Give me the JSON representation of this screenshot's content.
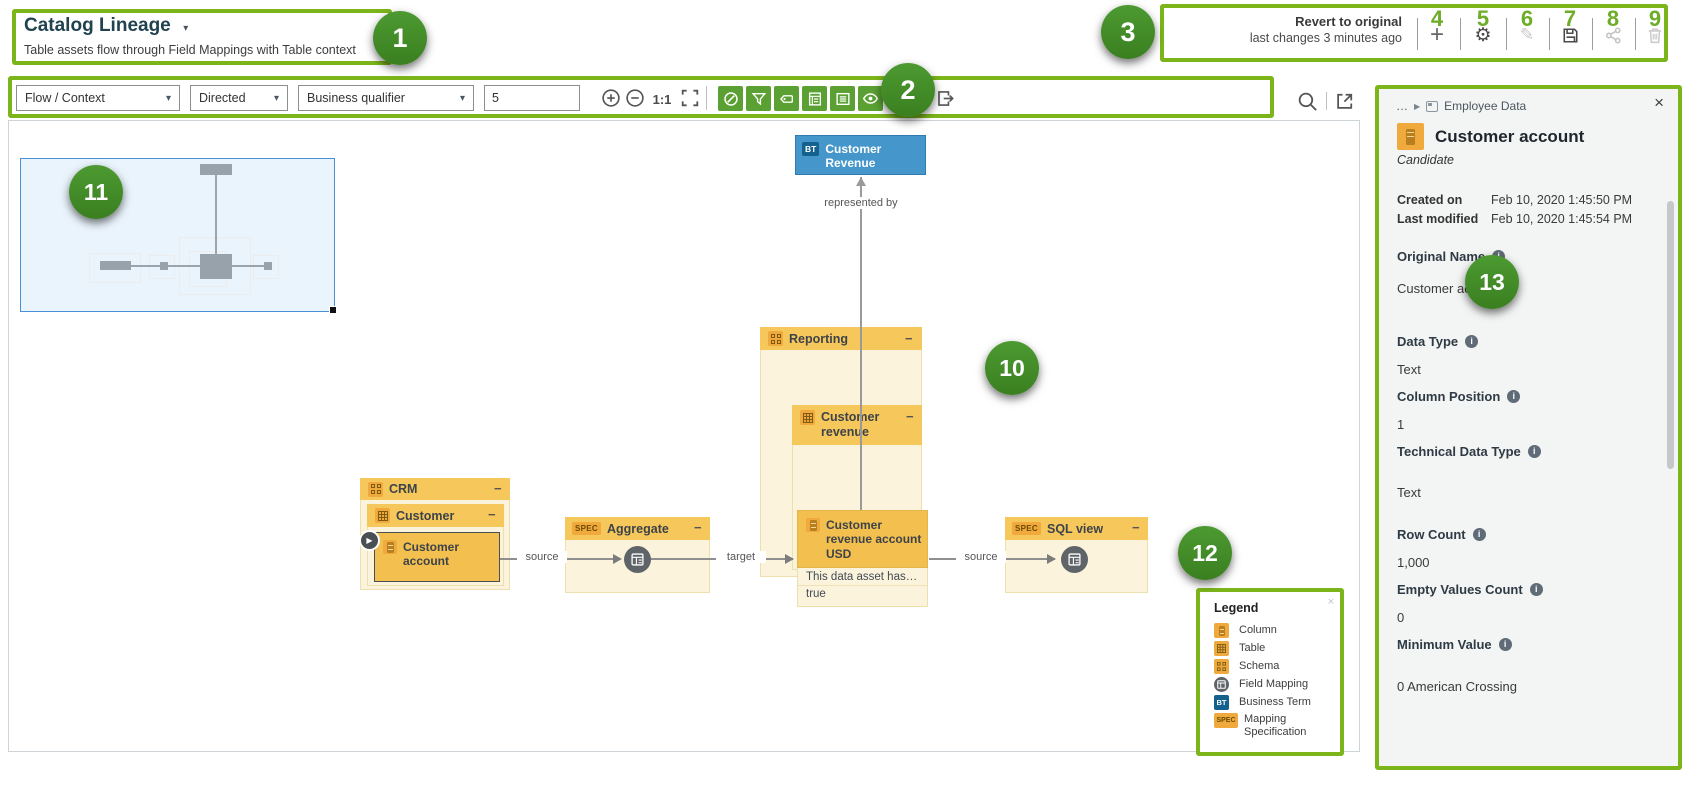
{
  "header": {
    "title": "Catalog Lineage",
    "title_caret": "▾",
    "subtitle": "Table assets flow through Field Mappings with Table context",
    "revert_title": "Revert to original",
    "revert_subtitle": "last changes 3 minutes ago"
  },
  "toolbar": {
    "view_select": "Flow / Context",
    "direction_select": "Directed",
    "qualifier_select": "Business qualifier",
    "depth_value": "5",
    "caret": "▾",
    "actual_size_label": "1:1"
  },
  "callouts": [
    "1",
    "2",
    "3",
    "4",
    "5",
    "6",
    "7",
    "8",
    "9",
    "10",
    "11",
    "12",
    "13"
  ],
  "diagram": {
    "collapse_glyph": "−",
    "play_glyph": "▶",
    "bt_badge": "BT",
    "spec_badge": "SPEC",
    "nodes": {
      "business_term": "Customer Revenue",
      "schema_crm": "CRM",
      "table_customer": "Customer",
      "column_customer_account": "Customer account",
      "schema_reporting": "Reporting",
      "table_customer_revenue": "Customer revenue",
      "column_customer_revenue_usd": "Customer revenue account USD",
      "attr_row_1": "This data asset has…",
      "attr_row_2": "true",
      "spec_aggregate": "Aggregate",
      "spec_sql_view": "SQL view",
      "field_mapping_label": "Field Mapping"
    },
    "edges": {
      "represented_by": "represented by",
      "source_left": "source",
      "target": "target",
      "source_right": "source"
    }
  },
  "legend": {
    "title": "Legend",
    "close_glyph": "×",
    "items": [
      {
        "type": "column",
        "label": "Column"
      },
      {
        "type": "table",
        "label": "Table"
      },
      {
        "type": "schema",
        "label": "Schema"
      },
      {
        "type": "field-mapping",
        "label": "Field Mapping"
      },
      {
        "type": "business-term",
        "label": "Business Term"
      },
      {
        "type": "mapping-specification",
        "label": "Mapping Specification"
      }
    ]
  },
  "panel": {
    "breadcrumb_ellipsis": "…",
    "breadcrumb_caret": "▶",
    "breadcrumb_domain": "Employee Data",
    "close_glyph": "×",
    "info_glyph": "i",
    "title": "Customer account",
    "status": "Candidate",
    "meta": [
      {
        "label": "Created on",
        "value": "Feb 10, 2020 1:45:50 PM"
      },
      {
        "label": "Last modified",
        "value": "Feb 10, 2020 1:45:54 PM"
      }
    ],
    "fields": [
      {
        "label": "Original Name",
        "value": "Customer account"
      },
      {
        "label": "Data Type",
        "value": "Text"
      },
      {
        "label": "Column Position",
        "value": "1"
      },
      {
        "label": "Technical Data Type",
        "value": "Text"
      },
      {
        "label": "Row Count",
        "value": "1,000"
      },
      {
        "label": "Empty Values Count",
        "value": "0"
      },
      {
        "label": "Minimum Value",
        "value": "0 American Crossing"
      }
    ]
  },
  "colors": {
    "highlight_green": "#7cb51a",
    "callout_green": "#3f8b28",
    "node_header_orange": "#f6c75a",
    "node_body_cream": "#fbf3dc",
    "column_orange": "#f3bf4e",
    "icon_badge_orange": "#f0a93c",
    "business_term_blue": "#4596cb",
    "bt_badge_blue": "#15618d",
    "toolbar_active_green": "#5aa032",
    "minimap_blue": "#eaf4fc"
  }
}
